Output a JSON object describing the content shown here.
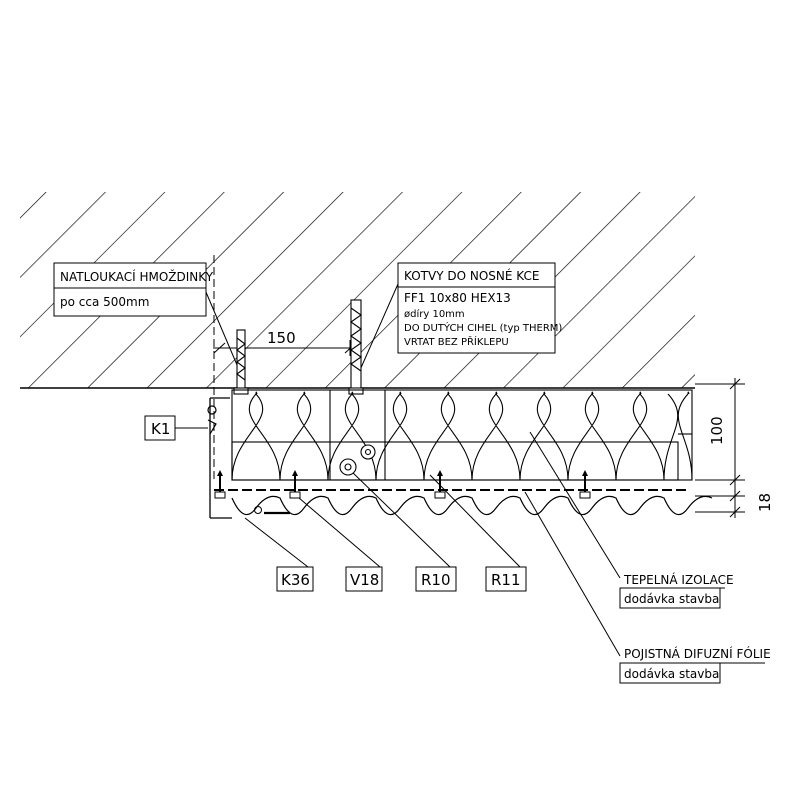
{
  "callouts": {
    "natloukaci": {
      "title": "NATLOUKACÍ HMOŽDINKY",
      "line1": "po cca 500mm"
    },
    "kotvy": {
      "title": "KOTVY DO NOSNÉ KCE",
      "line1": "FF1 10x80 HEX13",
      "line2": "ødíry 10mm",
      "line3": "DO DUTÝCH CIHEL (typ THERM)",
      "line4": "VRTAT BEZ PŘÍKLEPU"
    },
    "tepelna": {
      "title": "TEPELNÁ IZOLACE",
      "line1": "dodávka stavba"
    },
    "pojistna": {
      "title": "POJISTNÁ DIFUZNÍ FÓLIE",
      "line1": "dodávka stavba"
    }
  },
  "tags": {
    "k1": "K1",
    "k36": "K36",
    "v18": "V18",
    "r10": "R10",
    "r11": "R11"
  },
  "dimensions": {
    "spacing": "150",
    "insulation": "100",
    "profile": "18"
  },
  "colors": {
    "line": "#000000",
    "background": "#ffffff"
  }
}
